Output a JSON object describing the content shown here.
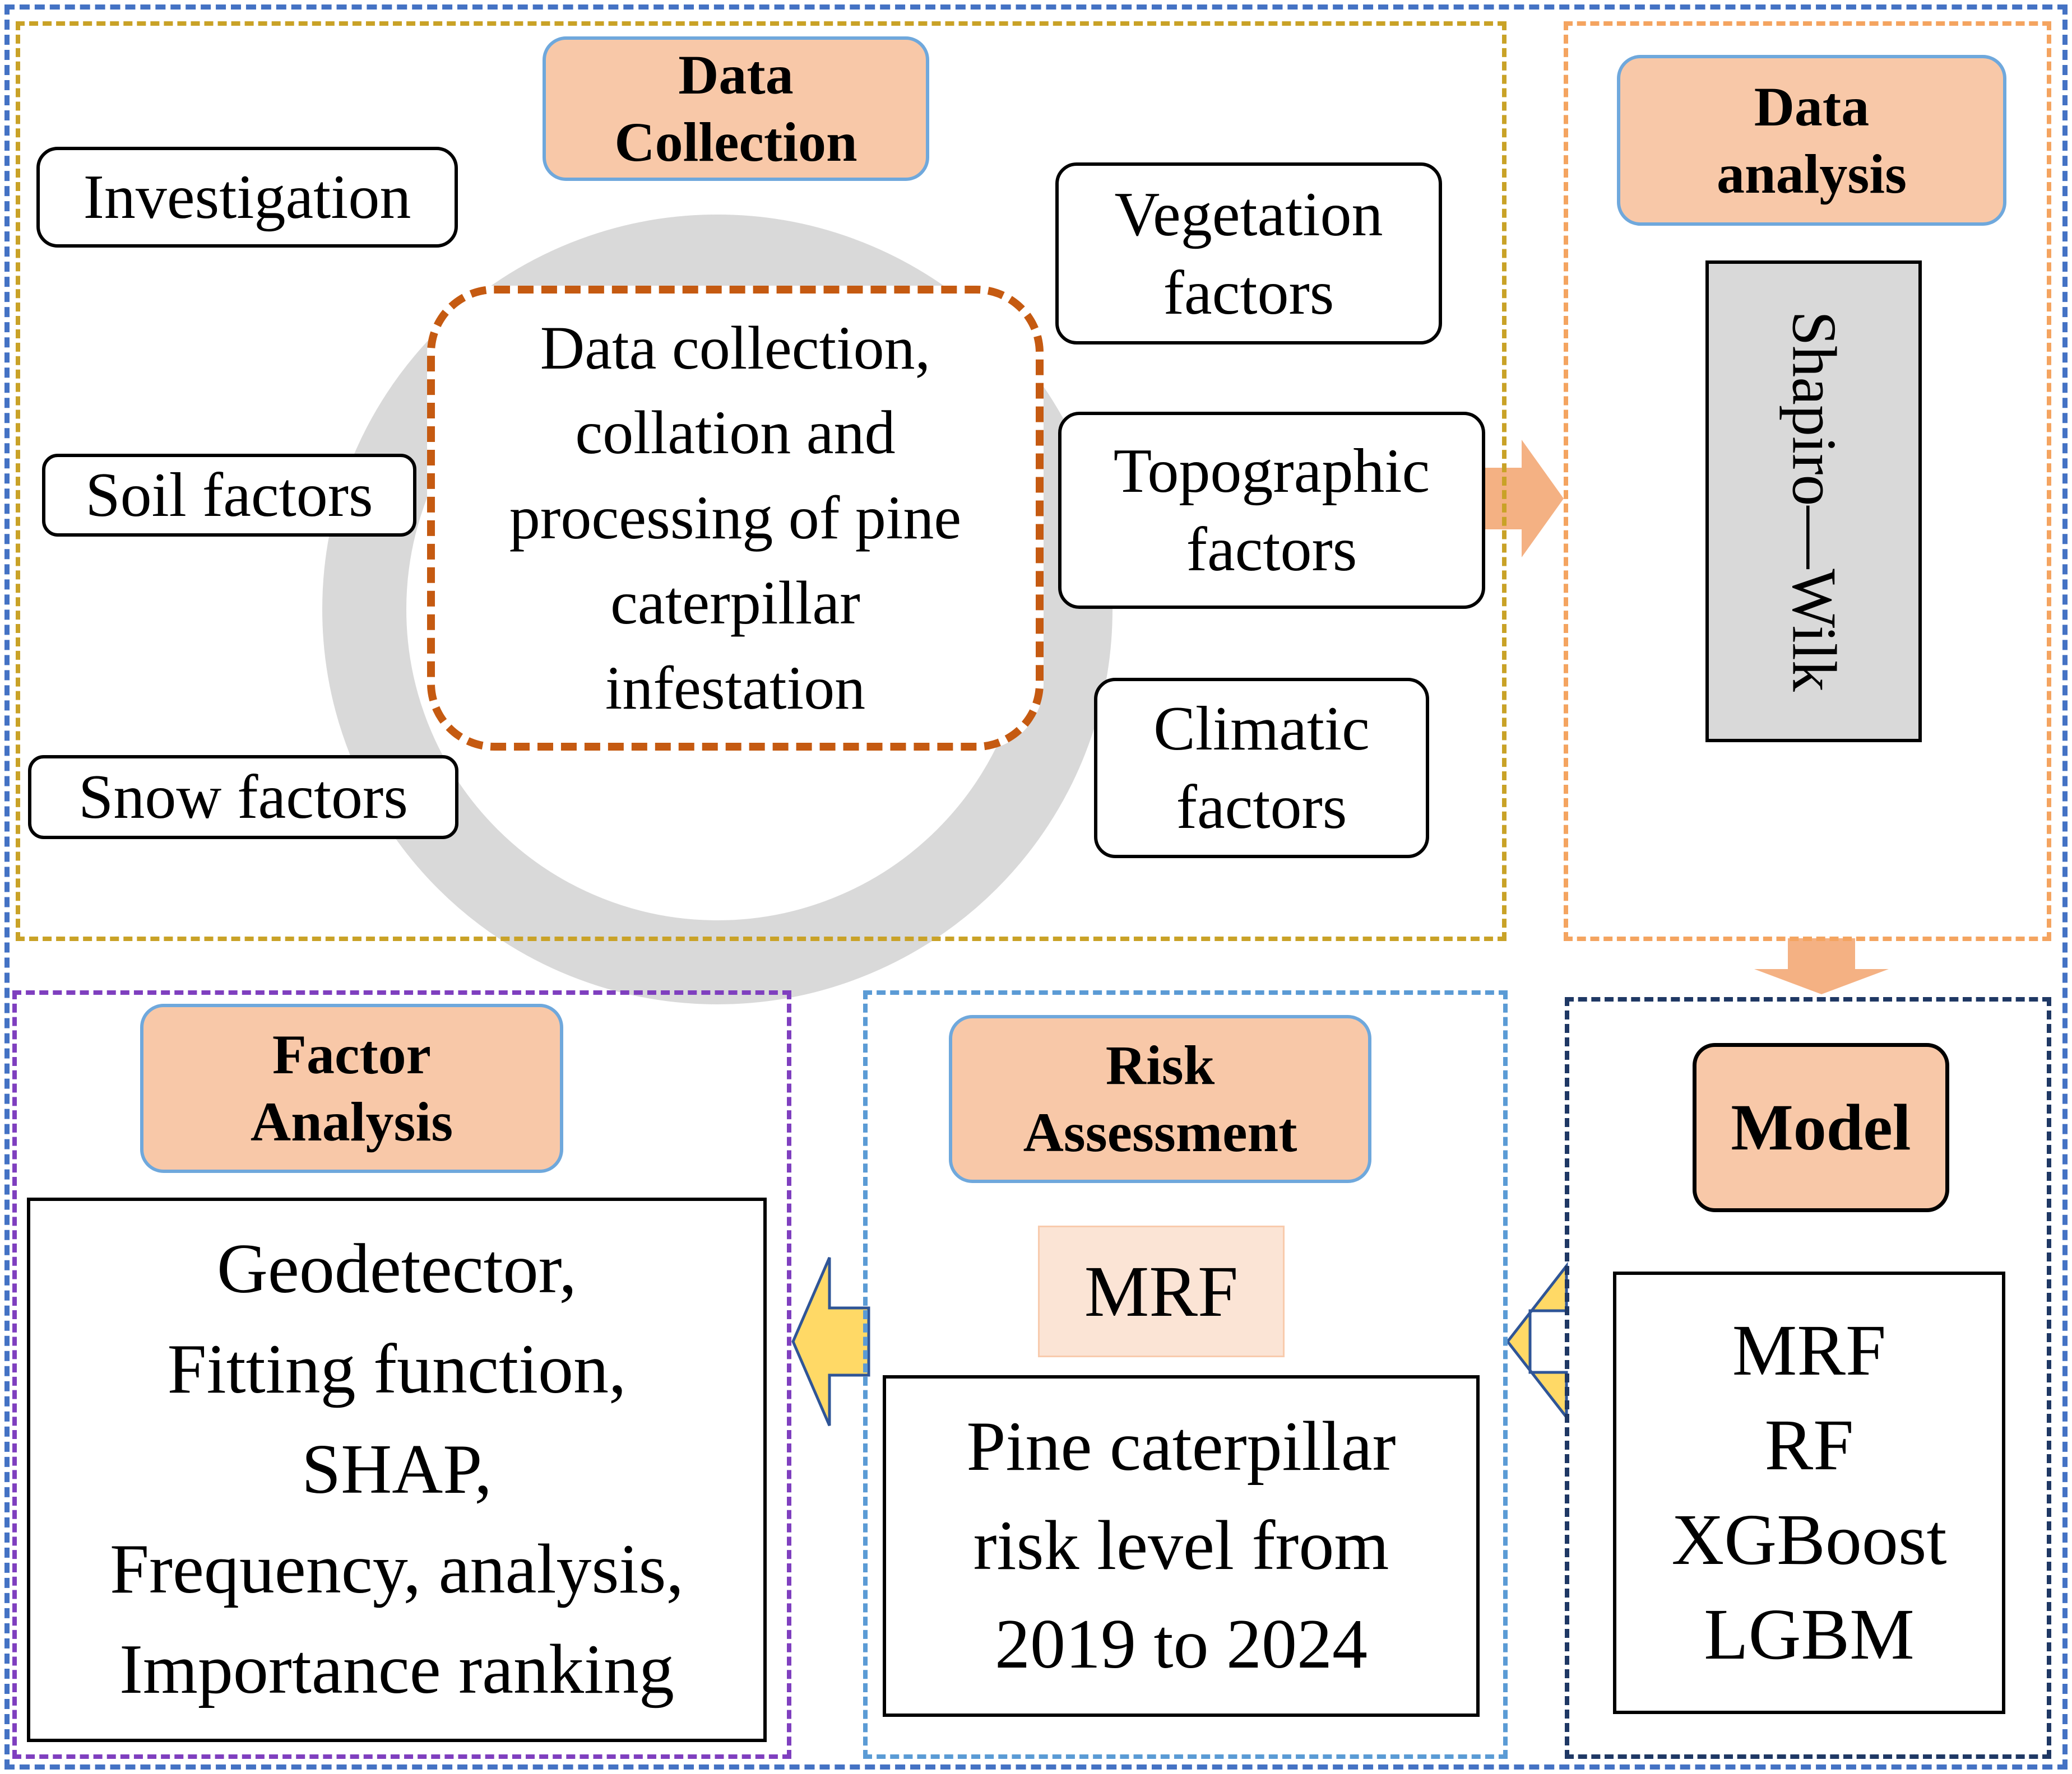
{
  "data_collection": {
    "title": "Data\nCollection",
    "center_text": "Data collection,\ncollation  and\nprocessing  of pine\ncaterpillar\ninfestation",
    "items": [
      "Investigation",
      "Soil  factors",
      "Snow  factors",
      "Vegetation\nfactors",
      "Topographic\nfactors",
      "Climatic\nfactors"
    ]
  },
  "data_analysis": {
    "title": "Data\nanalysis",
    "method": "Shapiro—Wilk"
  },
  "model": {
    "title": "Model",
    "methods": "MRF\nRF\nXGBoost\nLGBM"
  },
  "risk_assessment": {
    "title": "Risk\nAssessment",
    "model_label": "MRF",
    "result": "Pine caterpillar\nrisk level from\n2019 to 2024"
  },
  "factor_analysis": {
    "title": "Factor\nAnalysis",
    "methods": "Geodetector,\nFitting function,\nSHAP,\nFrequency, analysis,\nImportance ranking"
  },
  "colors": {
    "outer_border": "#4472c4",
    "collection_border": "#c9a227",
    "analysis_border": "#f4a460",
    "model_border": "#1f3864",
    "risk_border": "#5b9bd5",
    "factor_border": "#7f3fbf",
    "center_border": "#c55a11",
    "header_fill": "#f8c8a8",
    "ring": "#d9d9d9",
    "arrow_orange": "#f4b183",
    "arrow_yellow": "#ffd966"
  }
}
